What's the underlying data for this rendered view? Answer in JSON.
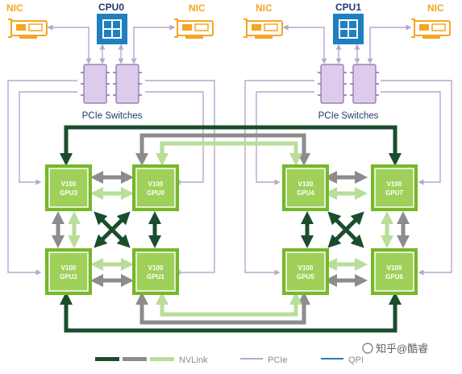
{
  "colors": {
    "nvlink_dark": "#1b4d2c",
    "nvlink_gray": "#8c8c8c",
    "nvlink_light": "#b9dd9a",
    "pcie": "#b9a6cf",
    "qpi": "#1f7fc0",
    "gpu_fill": "#76b82a",
    "cpu_fill": "#1f7fc0",
    "nic_fill": "#f5a623",
    "switch_fill": "#dccbea",
    "label_orange": "#f5a623",
    "label_blue": "#1f7fc0",
    "label_navy": "#213a6b"
  },
  "nodes": {
    "nic_1": "NIC",
    "nic_2": "NIC",
    "nic_3": "NIC",
    "nic_4": "NIC",
    "cpu0": "CPU0",
    "cpu1": "CPU1",
    "pcie_switches_left": "PCIe Switches",
    "pcie_switches_right": "PCIe Switches",
    "gpus": [
      {
        "model": "V100",
        "id": "GPU3"
      },
      {
        "model": "V100",
        "id": "GPU0"
      },
      {
        "model": "V100",
        "id": "GPU2"
      },
      {
        "model": "V100",
        "id": "GPU1"
      },
      {
        "model": "V100",
        "id": "GPU4"
      },
      {
        "model": "V100",
        "id": "GPU7"
      },
      {
        "model": "V100",
        "id": "GPU5"
      },
      {
        "model": "V100",
        "id": "GPU6"
      }
    ]
  },
  "legend": {
    "nvlink": "NVLink",
    "pcie": "PCIe",
    "qpi": "QPI"
  },
  "watermark": "知乎@酷睿"
}
